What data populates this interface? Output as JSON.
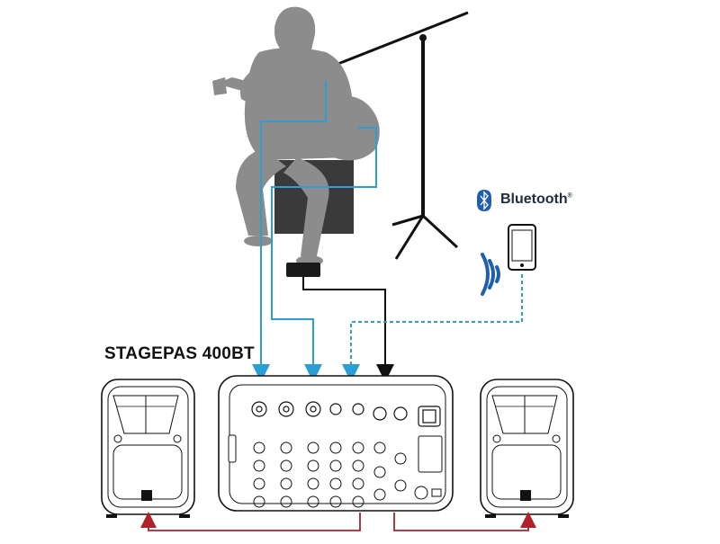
{
  "product": {
    "title": "STAGEPAS 400BT"
  },
  "bluetooth": {
    "label": "Bluetooth",
    "trademark": "®"
  },
  "colors": {
    "guitar_cable": "#2a9fd6",
    "vocal_cable": "#2a9fd6",
    "bluetooth_link": "#2a9fd6",
    "footswitch_cable": "#111111",
    "speaker_cable": "#b3202a",
    "performer": "#8c8c8c",
    "stool": "#3a3a3a",
    "bluetooth_brand": "#1f5fae"
  },
  "icons": [
    "performer-with-guitar",
    "microphone-stand",
    "stool",
    "footswitch",
    "smartphone-icon",
    "wireless-signal-icon",
    "bluetooth-icon",
    "speaker-left",
    "speaker-right",
    "mixer-unit"
  ]
}
